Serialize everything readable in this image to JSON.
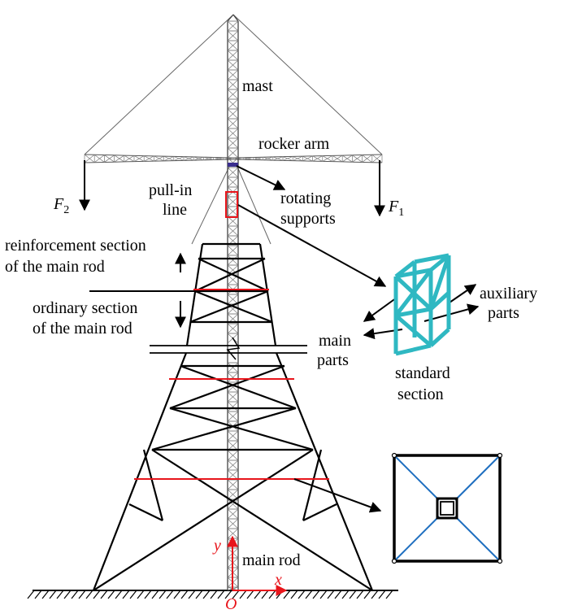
{
  "labels": {
    "mast": "mast",
    "rocker_arm": "rocker arm",
    "pull_in_line_1": "pull-in",
    "pull_in_line_2": "line",
    "rotating_supports_1": "rotating",
    "rotating_supports_2": "supports",
    "reinforcement_1": "reinforcement section",
    "reinforcement_2": "of the main rod",
    "ordinary_1": "ordinary section",
    "ordinary_2": "of the main rod",
    "auxiliary_1": "auxiliary",
    "auxiliary_2": "parts",
    "main_parts_1": "main",
    "main_parts_2": "parts",
    "standard_section_1": "standard",
    "standard_section_2": "section",
    "main_rod": "main rod"
  },
  "forces": {
    "f2_symbol": "F",
    "f2_sub": "2",
    "f1_symbol": "F",
    "f1_sub": "1"
  },
  "axes": {
    "y": "y",
    "x": "x",
    "origin": "O"
  },
  "colors": {
    "lines": "#000000",
    "highlight": "#e8151b",
    "section_model": "#3ccbd4",
    "cross_section_diagonals": "#1f6fc0",
    "lattice": "#555555"
  }
}
